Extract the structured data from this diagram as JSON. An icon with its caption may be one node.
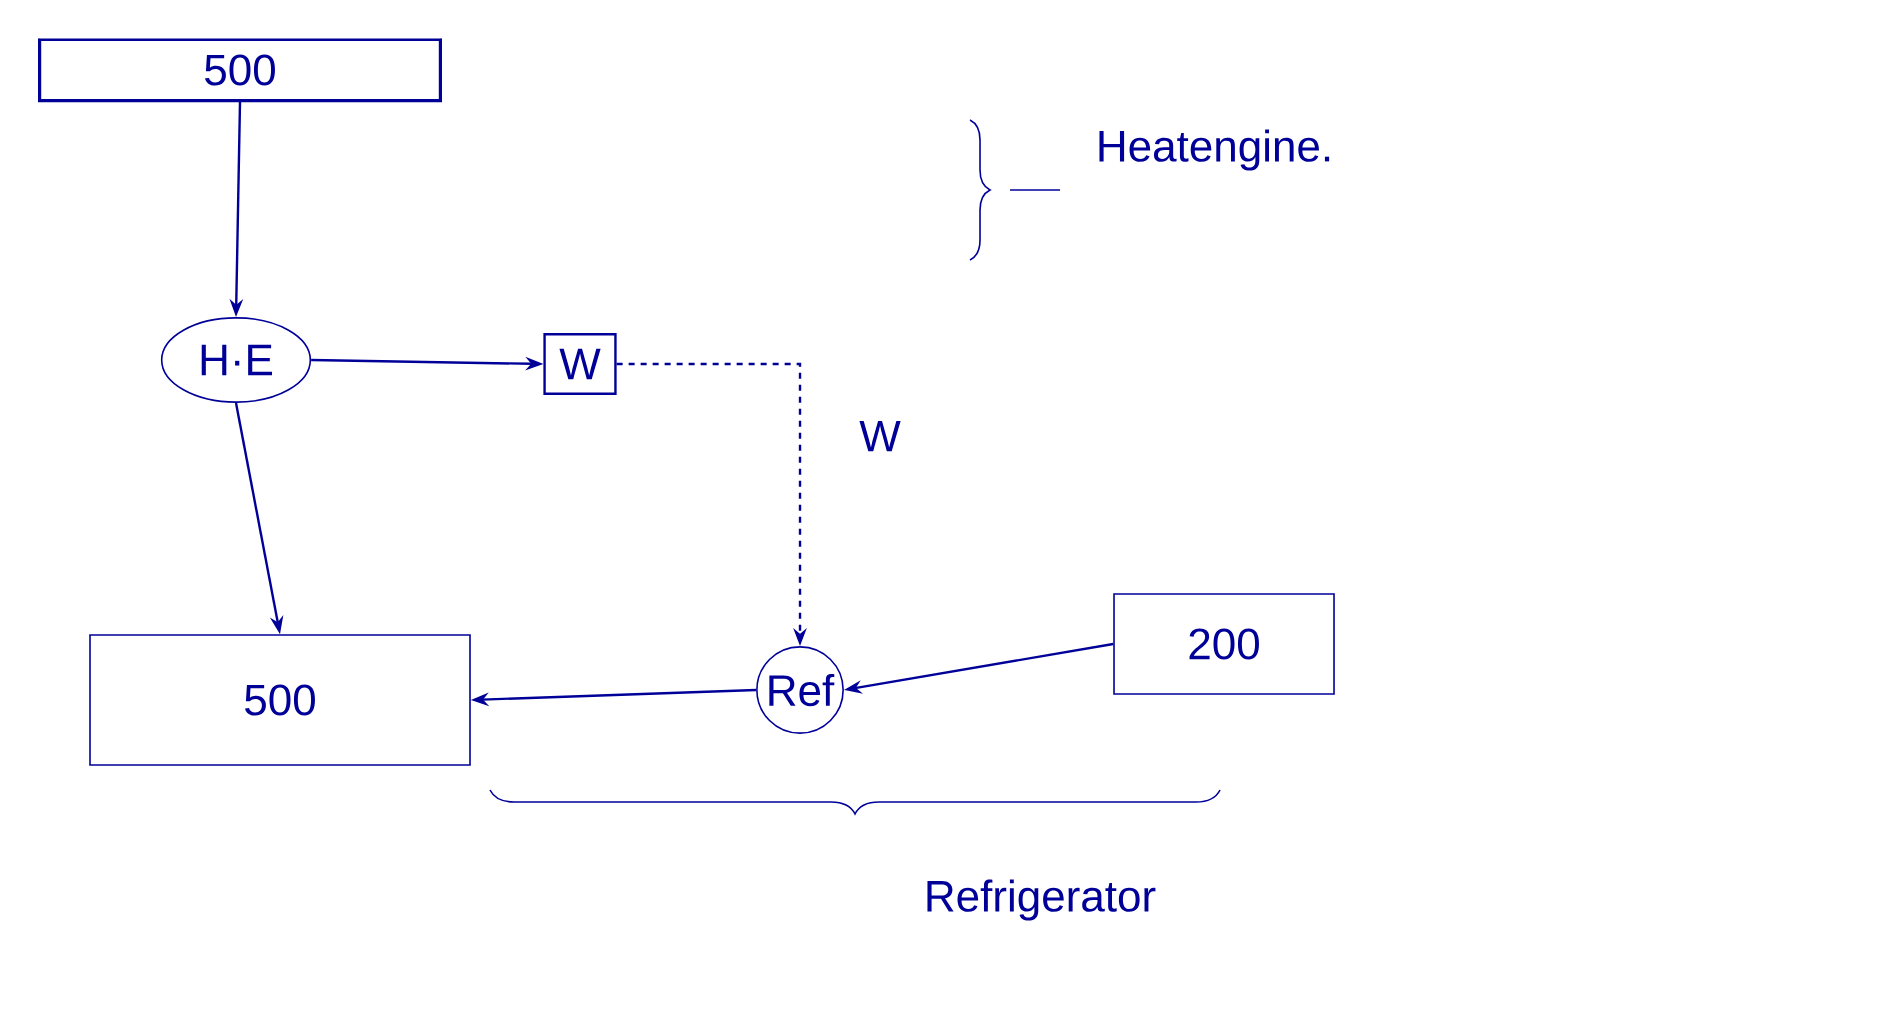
{
  "diagram": {
    "nodes": [
      {
        "text": [
          "500"
        ]
      },
      {
        "text": [
          "H·E"
        ]
      },
      {
        "text": [
          "W"
        ]
      },
      {
        "text": [
          "Ref"
        ]
      },
      {
        "text": [
          "200"
        ]
      },
      {
        "text": [
          "500"
        ]
      }
    ],
    "edges": [
      {
        "from": 0,
        "to": 1,
        "arrow": "to"
      },
      {
        "from": 1,
        "to": 5,
        "arrow": "to"
      },
      {
        "from": 1,
        "to": 2,
        "arrow": "to"
      },
      {
        "from": 2,
        "to": 3,
        "arrow": "to",
        "style": "dashed",
        "label": "W"
      },
      {
        "from": 4,
        "to": 3,
        "arrow": "to"
      },
      {
        "from": 3,
        "to": 5,
        "arrow": "to"
      }
    ],
    "labels": [
      "Heatengine.",
      "Refrigerator"
    ]
  }
}
